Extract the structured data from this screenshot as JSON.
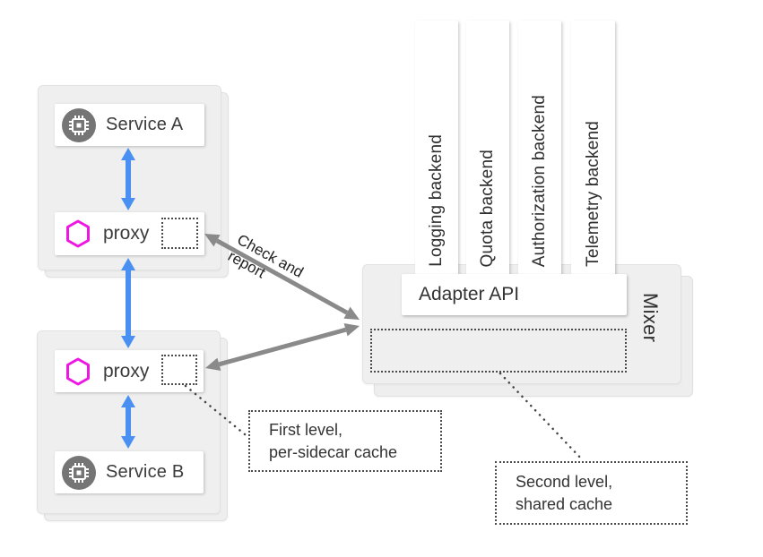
{
  "groups": {
    "a": {
      "service_label": "Service A",
      "proxy_label": "proxy"
    },
    "b": {
      "service_label": "Service B",
      "proxy_label": "proxy"
    }
  },
  "backends": [
    {
      "label": "Logging backend"
    },
    {
      "label": "Quota backend"
    },
    {
      "label": "Authorization backend"
    },
    {
      "label": "Telemetry backend"
    }
  ],
  "mixer": {
    "label": "Mixer",
    "adapter_api_label": "Adapter API"
  },
  "check_report": {
    "line1": "Check and",
    "line2": "report"
  },
  "first_level_cache": {
    "line1": "First level,",
    "line2": "per-sidecar cache"
  },
  "second_level_cache": {
    "line1": "Second level,",
    "line2": "shared cache"
  },
  "icons": {
    "service": "chip-icon",
    "proxy": "hexagon-icon"
  },
  "colors": {
    "service_arrow_blue": "#4a90f2",
    "check_report_arrow_gray": "#8a8a8a",
    "proxy_hexagon_magenta": "#ee16e2",
    "service_icon_gray": "#757575",
    "card_gray": "#efefef",
    "dotted_line": "#444444"
  }
}
